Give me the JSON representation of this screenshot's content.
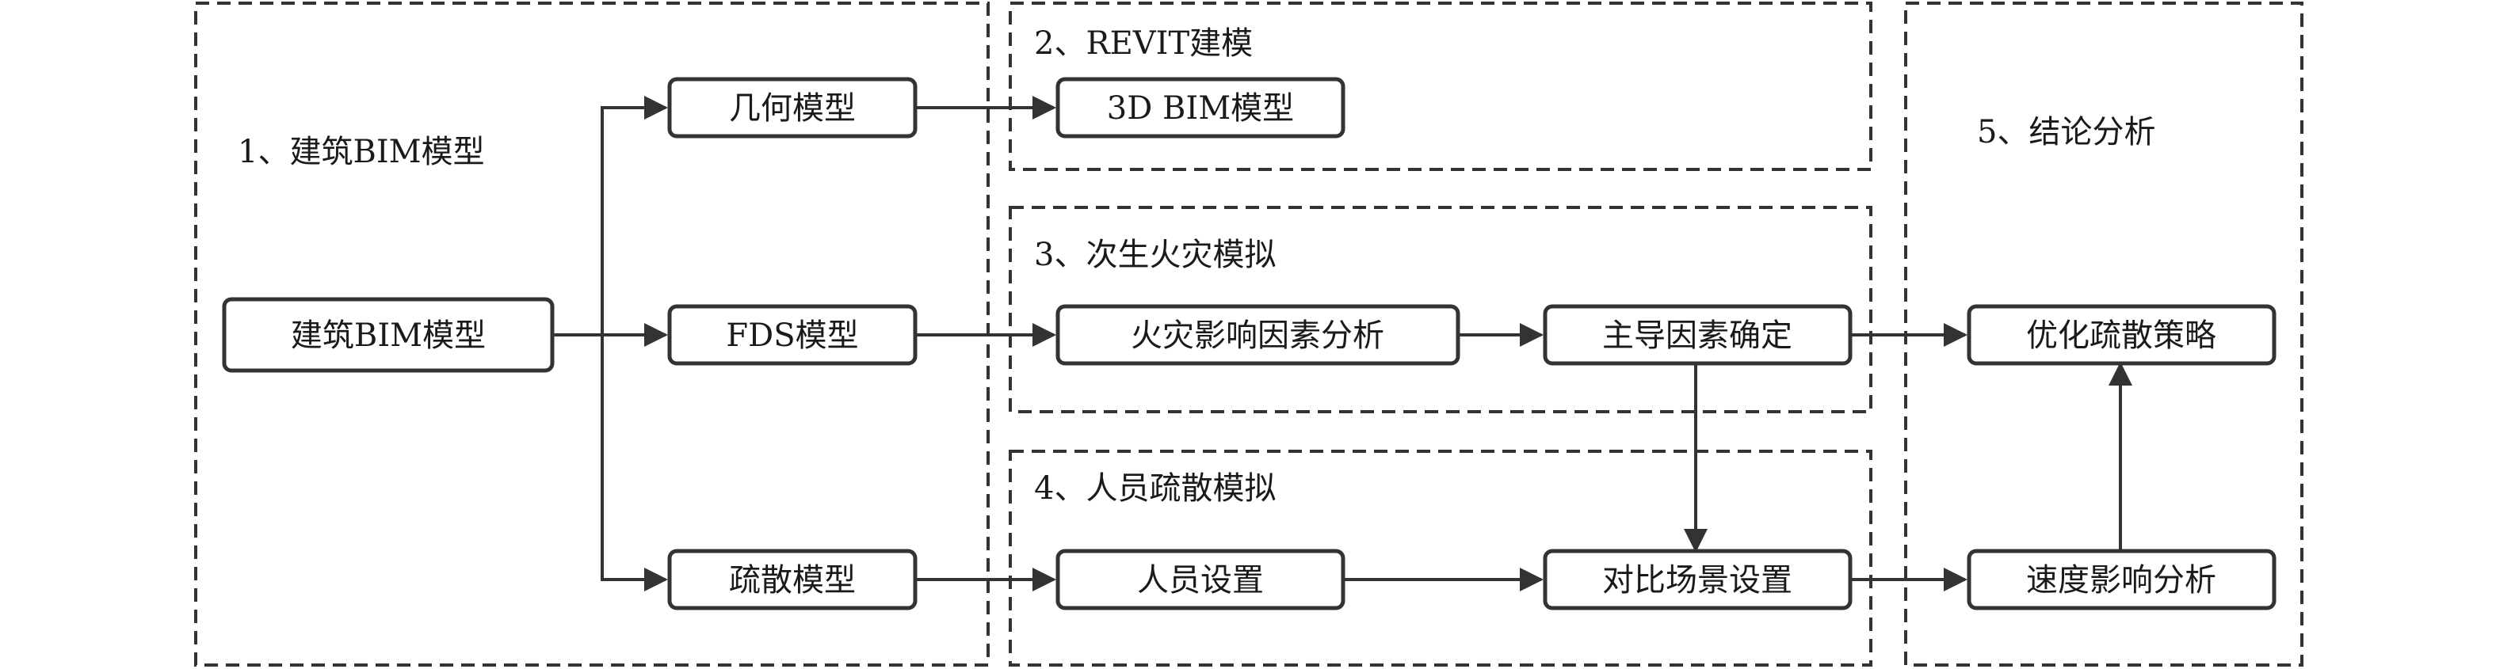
{
  "sections": {
    "s1": "1、建筑BIM模型",
    "s2": "2、REVIT建模",
    "s3": "3、次生火灾模拟",
    "s4": "4、人员疏散模拟",
    "s5": "5、结论分析"
  },
  "nodes": {
    "bim": "建筑BIM模型",
    "geometry": "几何模型",
    "fds": "FDS模型",
    "evac": "疏散模型",
    "bim3d": "3D BIM模型",
    "fire_factors": "火灾影响因素分析",
    "dominant": "主导因素确定",
    "personnel": "人员设置",
    "scenario": "对比场景设置",
    "optimize": "优化疏散策略",
    "speed": "速度影响分析"
  },
  "colors": {
    "stroke": "#333333",
    "text": "#1a1a1a",
    "background": "#ffffff"
  }
}
